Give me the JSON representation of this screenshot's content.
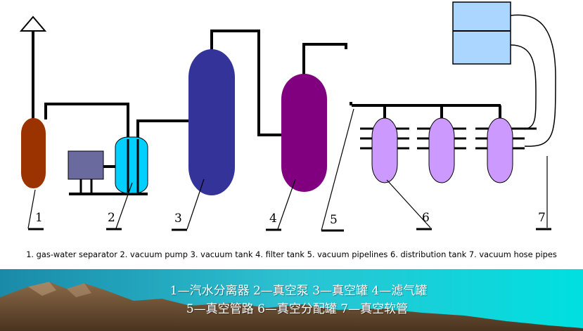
{
  "diagram": {
    "numbers": [
      "1",
      "2",
      "3",
      "4",
      "5",
      "6",
      "7"
    ],
    "colors": {
      "separator": "#9a3300",
      "pump_motor": "#6a6a9e",
      "pump_vessel": "#00cfff",
      "vacuum_tank": "#333399",
      "filter_tank": "#800080",
      "distribution_tank": "#cc99ff",
      "box": "#aad6ff",
      "pipe": "#000000"
    }
  },
  "legend": {
    "text": "1. gas-water separator 2. vacuum pump  3. vacuum tank   4. filter tank  5. vacuum pipelines  6. distribution tank   7. vacuum hose pipes"
  },
  "banner": {
    "line1": "1—汽水分离器  2—真空泵  3—真空罐  4—滤气罐",
    "line2": "5—真空管路  6—真空分配罐  7—真空软管",
    "colors": {
      "sea": "#22b8c8",
      "mountain": "#6b4a2e",
      "sky": "#3ec8d8"
    }
  }
}
